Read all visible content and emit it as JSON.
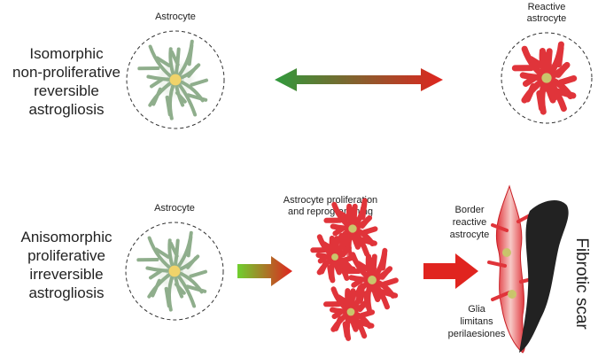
{
  "rows": [
    {
      "left_label": [
        "Isomorphic",
        "non-proliferative",
        "reversible",
        "astrogliosis"
      ],
      "cell_left_label": "Astrocyte",
      "cell_right_label": [
        "Reactive",
        "astrocyte"
      ]
    },
    {
      "left_label": [
        "Anisomorphic",
        "proliferative",
        "irreversible",
        "astrogliosis"
      ],
      "cell_left_label": "Astrocyte",
      "middle_label": [
        "Astrocyte proliferation",
        "and reprogramming"
      ],
      "border_label": [
        "Border",
        "reactive",
        "astrocyte"
      ],
      "glia_label": [
        "Glia",
        "limitans",
        "perilaesiones"
      ],
      "scar_label": "Fibrotic scar"
    }
  ],
  "colors": {
    "healthy_process": "#8fae8c",
    "healthy_body": "#f0d36a",
    "reactive_process": "#e0343a",
    "arrow_green": "#2f9a3c",
    "arrow_red": "#e0241f",
    "scar": "#222222"
  }
}
